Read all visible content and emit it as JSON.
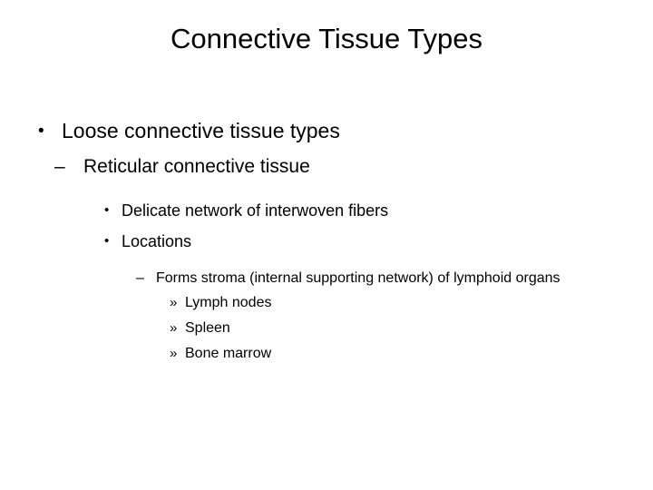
{
  "slide": {
    "title": "Connective Tissue Types",
    "background_color": "#ffffff",
    "text_color": "#000000",
    "markers": {
      "level1": "•",
      "level2": "–",
      "level3": "•",
      "level4": "–",
      "level5": "»"
    },
    "outline": [
      {
        "level": 1,
        "marker": "•",
        "text": "Loose connective tissue types"
      },
      {
        "level": 2,
        "marker": "–",
        "text": "Reticular connective tissue"
      },
      {
        "level": 3,
        "marker": "•",
        "text": "Delicate network of interwoven fibers"
      },
      {
        "level": 3,
        "marker": "•",
        "text": "Locations"
      },
      {
        "level": 4,
        "marker": "–",
        "text": "Forms stroma (internal supporting network) of lymphoid organs"
      },
      {
        "level": 5,
        "marker": "»",
        "text": "Lymph nodes"
      },
      {
        "level": 5,
        "marker": "»",
        "text": "Spleen"
      },
      {
        "level": 5,
        "marker": "»",
        "text": "Bone marrow"
      }
    ]
  }
}
